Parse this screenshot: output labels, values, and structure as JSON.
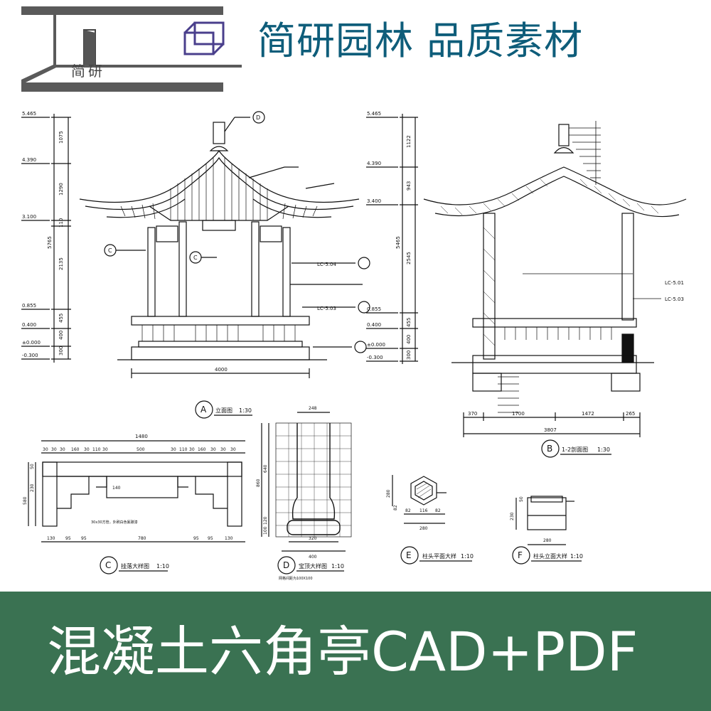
{
  "header": {
    "brand_text": "简研园林 品质素材",
    "logo_word": "简研"
  },
  "banner": {
    "title": "混凝土六角亭CAD+PDF"
  },
  "colors": {
    "brand_blue": "#0e5d7a",
    "banner_green": "#3a7252",
    "logo_gray": "#5a5a5a",
    "logo_purple": "#4a3f8c"
  },
  "drawing": {
    "elevation_a": {
      "marker": "A",
      "title": "立面图",
      "scale": "1:30",
      "overall_width": "4000",
      "levels": [
        "5.465",
        "4.390",
        "3.100",
        "0.855",
        "0.400",
        "±0.000",
        "-0.300"
      ],
      "heights": [
        "1075",
        "1290",
        "110",
        "2135",
        "455",
        "400",
        "300"
      ],
      "total_height": "5765",
      "tags": [
        "LC-5.04",
        "LC-5.03",
        "C",
        "C",
        "D"
      ]
    },
    "section_b": {
      "marker": "B",
      "title": "1-2剖面图",
      "scale": "1:30",
      "dims": [
        "370",
        "1700",
        "1472",
        "265"
      ],
      "overall_width": "3807",
      "levels": [
        "5.465",
        "4.390",
        "3.400",
        "0.855",
        "0.400",
        "±0.000",
        "-0.300"
      ],
      "heights": [
        "1122",
        "943",
        "2545",
        "455",
        "400",
        "300"
      ],
      "total_height": "5465",
      "tags": [
        "LC-5.01",
        "LC-5.03"
      ]
    },
    "detail_c": {
      "marker": "C",
      "title": "挂落大样图",
      "scale": "1:10",
      "top_width": "1480",
      "top_dims": [
        "30",
        "30",
        "30",
        "160",
        "30",
        "110",
        "30",
        "500",
        "30",
        "110",
        "30",
        "160",
        "30",
        "30",
        "30"
      ],
      "bottom_dims": [
        "130",
        "95",
        "95",
        "780",
        "95",
        "95",
        "130"
      ],
      "heights": [
        "50",
        "230",
        "140",
        "580"
      ],
      "note": "30x30方管，外刷白色氟碳漆"
    },
    "detail_d": {
      "marker": "D",
      "title": "宝顶大样图",
      "scale": "1:10",
      "top_dim": "248",
      "bottom_dims": [
        "320",
        "400"
      ],
      "heights": [
        "640",
        "860",
        "120",
        "100"
      ],
      "note": "网格间距为100X100"
    },
    "detail_e": {
      "marker": "E",
      "title": "柱头平面大样",
      "scale": "1:10",
      "dims": [
        "82",
        "116",
        "82",
        "280"
      ],
      "heights": [
        "280",
        "82"
      ]
    },
    "detail_f": {
      "marker": "F",
      "title": "柱头立面大样",
      "scale": "1:10",
      "dims": [
        "280"
      ],
      "heights": [
        "230",
        "50"
      ]
    }
  }
}
